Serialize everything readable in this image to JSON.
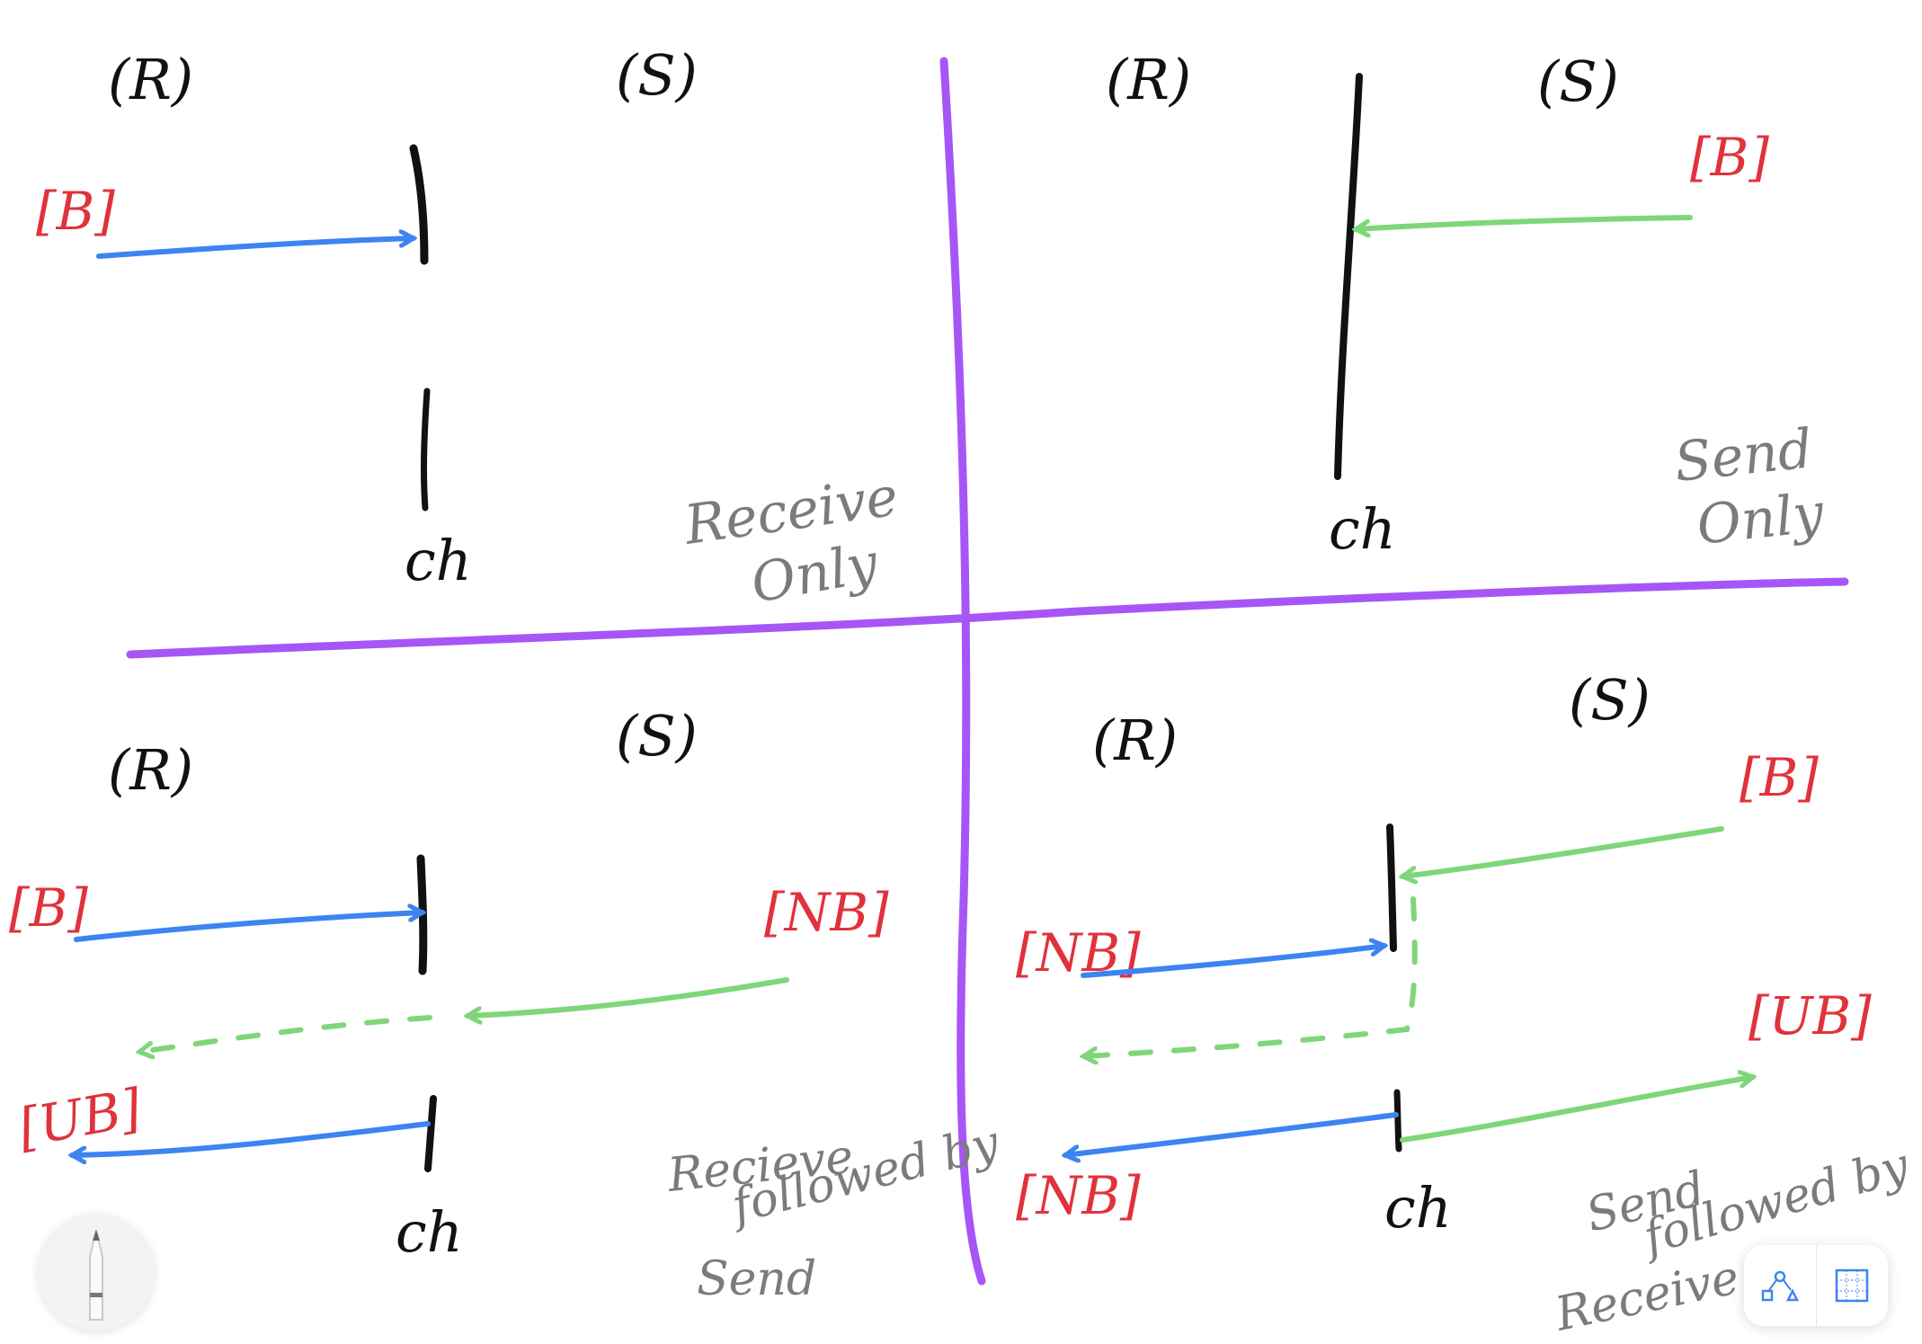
{
  "colors": {
    "divider": "#a855f7",
    "send_arrow": "#7fd67a",
    "receive_arrow": "#3d84f0",
    "label_red": "#e0323c",
    "label_black": "#111111",
    "label_gray": "#7b7b7b"
  },
  "quadrants": {
    "top_left": {
      "r_label": "(R)",
      "s_label": "(S)",
      "channel_label": "ch",
      "block_label": "[B]",
      "caption_line1": "Receive",
      "caption_line2": "Only"
    },
    "top_right": {
      "r_label": "(R)",
      "s_label": "(S)",
      "channel_label": "ch",
      "block_label": "[B]",
      "caption_line1": "Send",
      "caption_line2": "Only"
    },
    "bottom_left": {
      "r_label": "(R)",
      "s_label": "(S)",
      "channel_label": "ch",
      "block_label": "[B]",
      "nonblock_label": "[NB]",
      "unblock_label": "[UB]",
      "caption_line1": "Recieve",
      "caption_line2": "followed by",
      "caption_line3": "Send"
    },
    "bottom_right": {
      "r_label": "(R)",
      "s_label": "(S)",
      "channel_label": "ch",
      "block_label": "[B]",
      "nonblock_label_top": "[NB]",
      "nonblock_label_bottom": "[NB]",
      "unblock_label": "[UB]",
      "caption_line1": "Send",
      "caption_line2": "followed by",
      "caption_line3": "Receive"
    }
  },
  "toolbar": {
    "pencil_tool": "pencil-icon",
    "shape_tool": "shapes-icon",
    "grid_tool": "grid-icon"
  }
}
